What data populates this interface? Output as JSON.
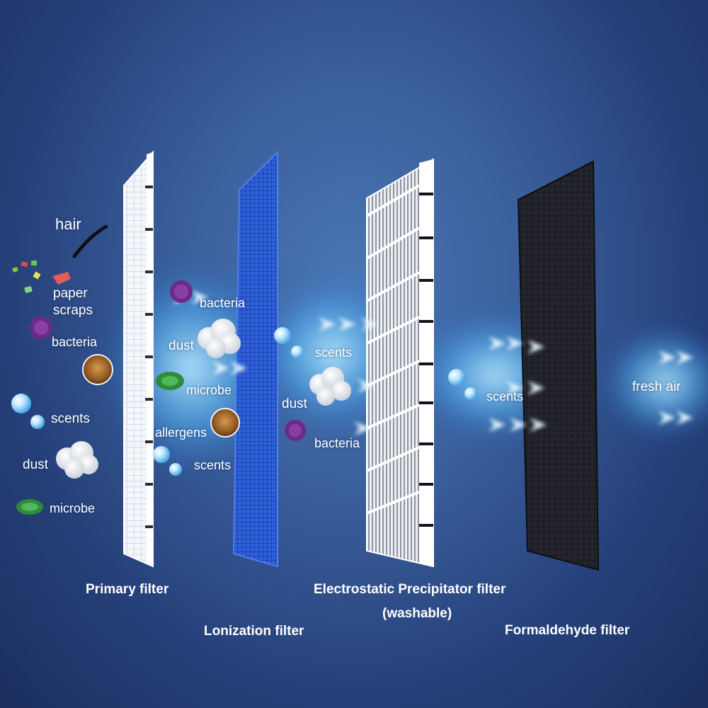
{
  "colors": {
    "background": "#2b4a88",
    "primary_filter": "#f2f4f8",
    "ionization_filter": "#2f5fd8",
    "electrostatic_filter": "#e8e9ee",
    "formaldehyde_filter": "#1c1d22",
    "airflow_glow": "#7fd4ff",
    "virus_purple": "#6a2c86",
    "microbe_green": "#2f8a3a"
  },
  "filters": [
    {
      "name": "Primary filter",
      "icon": "white-mesh-panel"
    },
    {
      "name": "Lonization filter",
      "icon": "blue-mesh-panel"
    },
    {
      "name": "Electrostatic Precipitator filter",
      "note": "(washable)",
      "icon": "grey-pleated-panel"
    },
    {
      "name": "Formaldehyde filter",
      "icon": "black-carbon-panel"
    }
  ],
  "particles": {
    "stage0": {
      "hair": "hair",
      "paper": "paper",
      "scraps": "scraps",
      "bacteria": "bacteria",
      "scents": "scents",
      "dust": "dust",
      "microbe": "microbe"
    },
    "stage1": {
      "bacteria": "bacteria",
      "dust": "dust",
      "microbe": "microbe",
      "allergens": "allergens",
      "scents": "scents"
    },
    "stage2": {
      "scents": "scents",
      "dust": "dust",
      "bacteria": "bacteria"
    },
    "stage3": {
      "scents": "scents"
    },
    "output": {
      "fresh_air": "fresh air"
    }
  }
}
